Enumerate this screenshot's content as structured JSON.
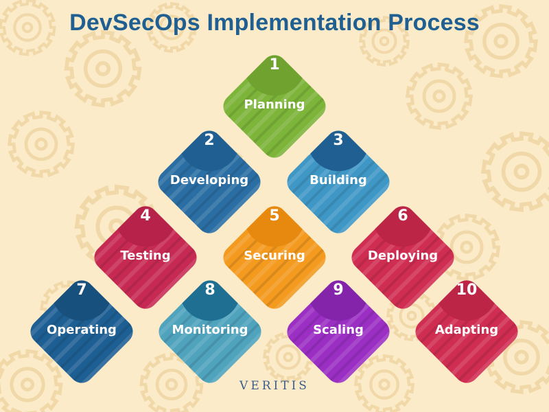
{
  "title": "DevSecOps Implementation Process",
  "steps": [
    {
      "number": "1",
      "label": "Planning",
      "color": "#7db43a",
      "cap": "#6fa22f"
    },
    {
      "number": "2",
      "label": "Developing",
      "color": "#2a6ea3",
      "cap": "#1f5f91"
    },
    {
      "number": "3",
      "label": "Building",
      "color": "#3f97c6",
      "cap": "#1f5f91"
    },
    {
      "number": "4",
      "label": "Testing",
      "color": "#c62a53",
      "cap": "#b62249"
    },
    {
      "number": "5",
      "label": "Securing",
      "color": "#f39a1f",
      "cap": "#e8890f"
    },
    {
      "number": "6",
      "label": "Deploying",
      "color": "#cf2d52",
      "cap": "#bd2547"
    },
    {
      "number": "7",
      "label": "Operating",
      "color": "#1e5f93",
      "cap": "#174f7d"
    },
    {
      "number": "8",
      "label": "Monitoring",
      "color": "#4fa3bd",
      "cap": "#1f6f92"
    },
    {
      "number": "9",
      "label": "Scaling",
      "color": "#9b2fc4",
      "cap": "#8424ab"
    },
    {
      "number": "10",
      "label": "Adapting",
      "color": "#cf2d52",
      "cap": "#bd2547"
    }
  ],
  "logo": "VERITIS",
  "background_color": "#fbebc9"
}
